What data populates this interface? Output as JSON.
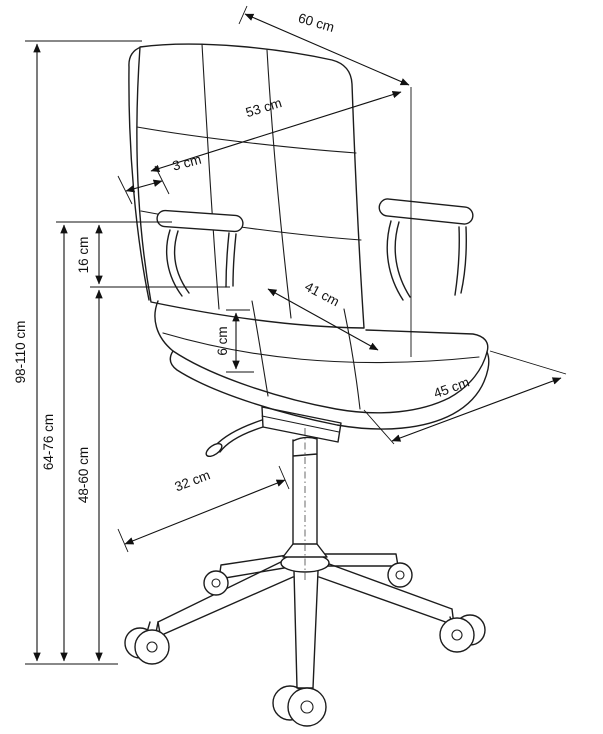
{
  "diagram": {
    "subject": "office-swivel-chair-dimension-drawing",
    "unit": "cm",
    "dimensions": {
      "total_height": "98-110 cm",
      "armrest_height": "64-76 cm",
      "seat_to_armrest": "16 cm",
      "seat_height": "48-60 cm",
      "seat_thickness": "6 cm",
      "top_width": "60 cm",
      "backrest_diagonal": "53 cm",
      "backrest_thickness": "3 cm",
      "seat_width": "41 cm",
      "seat_depth": "45 cm",
      "base_radius": "32 cm"
    }
  }
}
